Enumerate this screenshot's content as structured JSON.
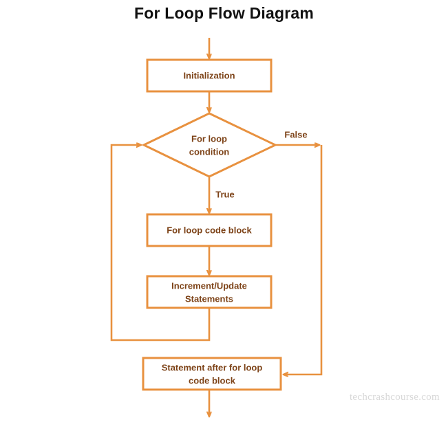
{
  "title": "For Loop Flow Diagram",
  "watermark": "techcrashcourse.com",
  "colors": {
    "shape_stroke": "#e8913f",
    "shape_fill": "#ffffff",
    "node_text": "#7d4318",
    "title_text": "#111111",
    "watermark_text": "#d8d8d8",
    "background": "#ffffff"
  },
  "nodes": {
    "initialization": {
      "label": "Initialization",
      "shape": "rectangle"
    },
    "condition": {
      "label_line1": "For loop",
      "label_line2": "condition",
      "shape": "diamond"
    },
    "code_block": {
      "label": "For loop code block",
      "shape": "rectangle"
    },
    "increment": {
      "label_line1": "Increment/Update",
      "label_line2": "Statements",
      "shape": "rectangle"
    },
    "after_loop": {
      "label_line1": "Statement after for loop",
      "label_line2": "code block",
      "shape": "rectangle"
    }
  },
  "edges": {
    "entry": {
      "label": ""
    },
    "init_to_condition": {
      "label": ""
    },
    "condition_false": {
      "label": "False"
    },
    "condition_true": {
      "label": "True"
    },
    "code_to_increment": {
      "label": ""
    },
    "increment_loopback": {
      "label": ""
    },
    "false_to_after": {
      "label": ""
    },
    "exit": {
      "label": ""
    }
  }
}
